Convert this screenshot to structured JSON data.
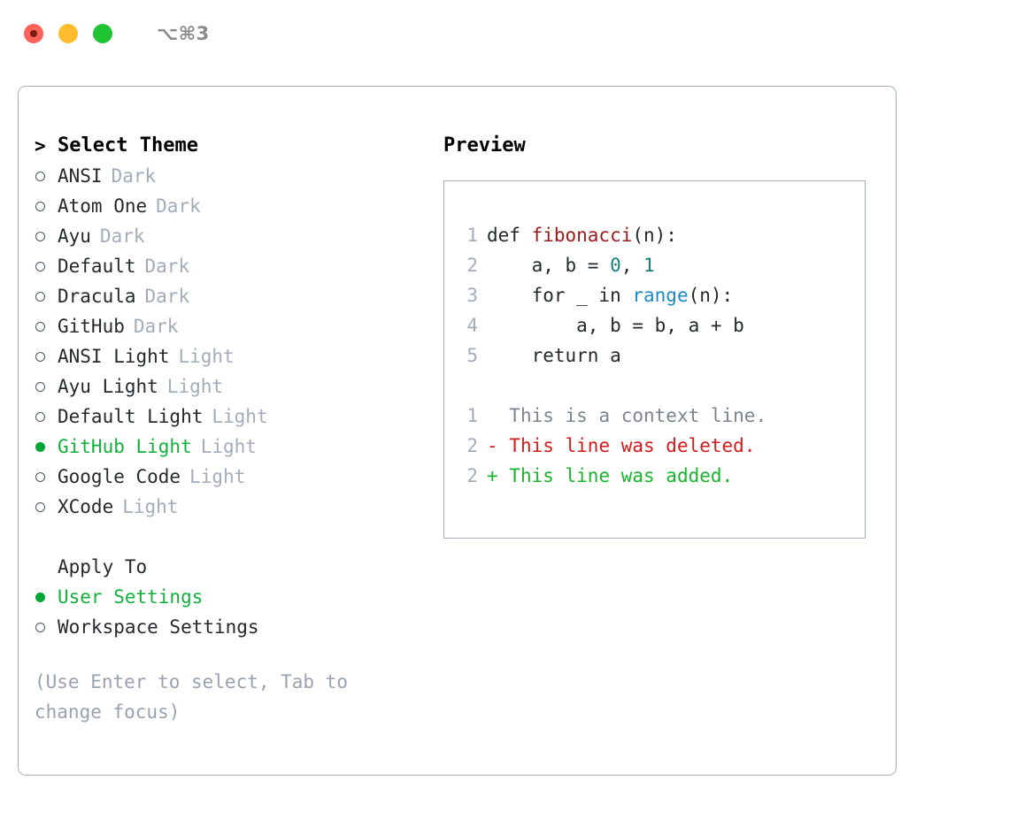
{
  "titlebar": {
    "shortcut": "⌥⌘3",
    "buttons": [
      "close",
      "minimize",
      "maximize"
    ]
  },
  "left": {
    "header": {
      "prompt": ">",
      "label": "Select Theme"
    },
    "themes": [
      {
        "name": "ANSI",
        "variant": "Dark",
        "selected": false
      },
      {
        "name": "Atom One",
        "variant": "Dark",
        "selected": false
      },
      {
        "name": "Ayu",
        "variant": "Dark",
        "selected": false
      },
      {
        "name": "Default",
        "variant": "Dark",
        "selected": false
      },
      {
        "name": "Dracula",
        "variant": "Dark",
        "selected": false
      },
      {
        "name": "GitHub",
        "variant": "Dark",
        "selected": false
      },
      {
        "name": "ANSI Light",
        "variant": "Light",
        "selected": false
      },
      {
        "name": "Ayu Light",
        "variant": "Light",
        "selected": false
      },
      {
        "name": "Default Light",
        "variant": "Light",
        "selected": false
      },
      {
        "name": "GitHub Light",
        "variant": "Light",
        "selected": true
      },
      {
        "name": "Google Code",
        "variant": "Light",
        "selected": false
      },
      {
        "name": "XCode",
        "variant": "Light",
        "selected": false
      }
    ],
    "apply_to": {
      "title": "Apply To",
      "options": [
        {
          "name": "User Settings",
          "selected": true
        },
        {
          "name": "Workspace Settings",
          "selected": false
        }
      ]
    },
    "hint": "(Use Enter to select, Tab to\nchange focus)"
  },
  "right": {
    "title": "Preview",
    "code_lines": [
      {
        "no": "1",
        "tokens": [
          {
            "text": "def ",
            "kind": "kw"
          },
          {
            "text": "fibonacci",
            "kind": "fn"
          },
          {
            "text": "(n):",
            "kind": "plain"
          }
        ]
      },
      {
        "no": "2",
        "tokens": [
          {
            "text": "    a, b = ",
            "kind": "plain"
          },
          {
            "text": "0",
            "kind": "num"
          },
          {
            "text": ", ",
            "kind": "plain"
          },
          {
            "text": "1",
            "kind": "num"
          }
        ]
      },
      {
        "no": "3",
        "tokens": [
          {
            "text": "    for _ in ",
            "kind": "plain"
          },
          {
            "text": "range",
            "kind": "call"
          },
          {
            "text": "(n):",
            "kind": "plain"
          }
        ]
      },
      {
        "no": "4",
        "tokens": [
          {
            "text": "        a, b = b, a + b",
            "kind": "plain"
          }
        ]
      },
      {
        "no": "5",
        "tokens": [
          {
            "text": "    return a",
            "kind": "plain"
          }
        ]
      }
    ],
    "diff_lines": [
      {
        "no": "1",
        "sign": " ",
        "text": "This is a context line.",
        "kind": "context"
      },
      {
        "no": "2",
        "sign": "-",
        "text": "This line was deleted.",
        "kind": "del"
      },
      {
        "no": "2",
        "sign": "+",
        "text": "This line was added.",
        "kind": "add"
      }
    ]
  },
  "colors": {
    "accent_green": "#00a636",
    "selected_text": "#11b03c",
    "muted": "#a3acba",
    "hint": "#9aa2b1",
    "border": "#a7b0bf",
    "fn_red": "#9e1a1a",
    "num_teal": "#13807a",
    "call_blue": "#1d8ac4",
    "diff_del": "#d61a1a",
    "diff_add": "#18b52c",
    "diff_context": "#7d8590"
  }
}
